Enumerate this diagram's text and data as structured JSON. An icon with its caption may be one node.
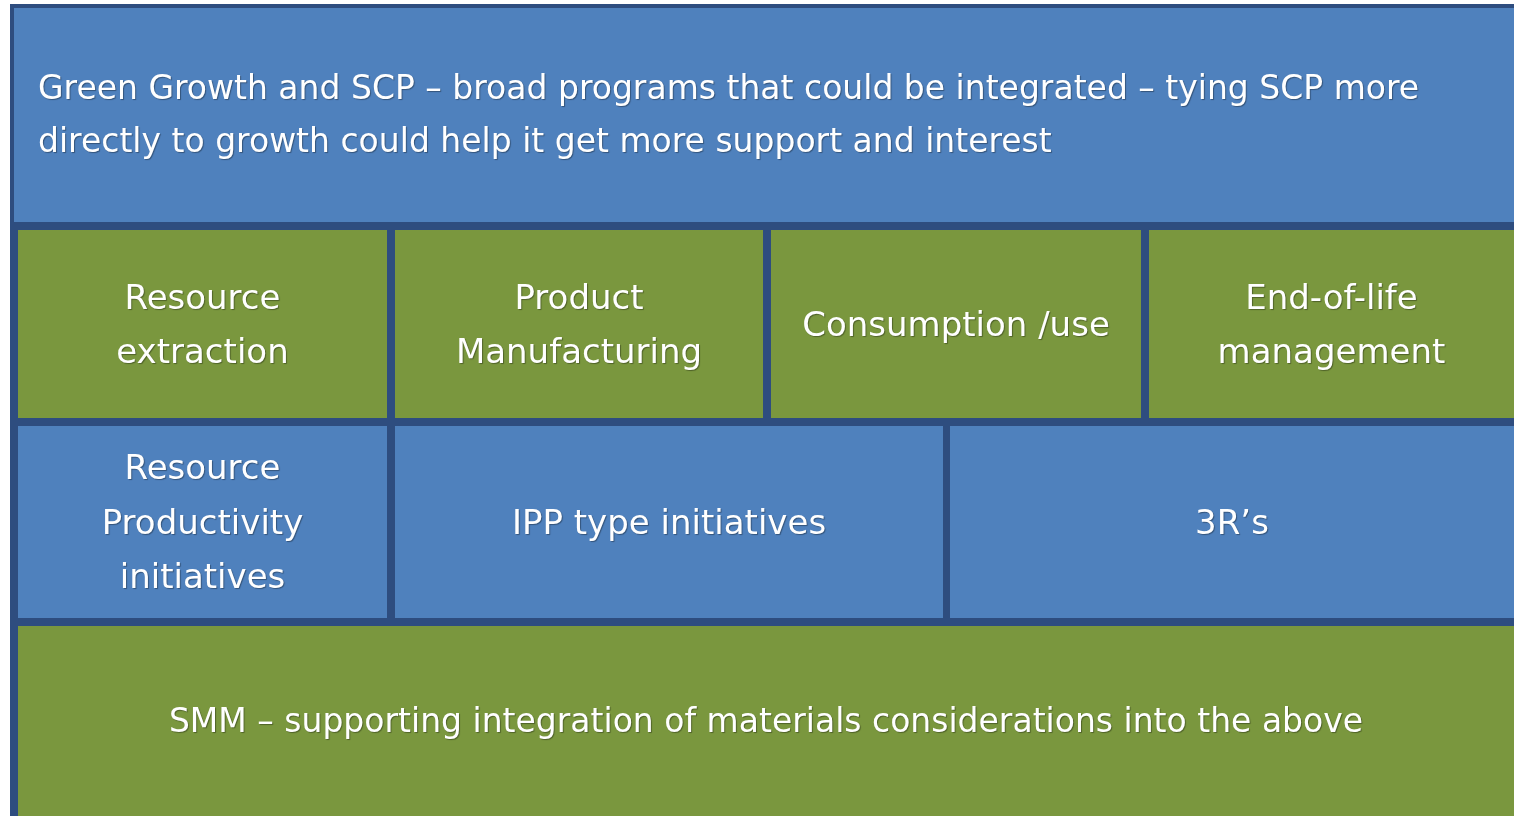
{
  "diagram": {
    "nodes": [
      {
        "text": [
          "Green Growth and SCP – broad programs that could be integrated – tying SCP more directly to growth could help it get more support and interest"
        ]
      },
      {
        "text": [
          "Resource extraction"
        ]
      },
      {
        "text": [
          "Product Manufacturing"
        ]
      },
      {
        "text": [
          "Consumption /use"
        ]
      },
      {
        "text": [
          "End-of-life management"
        ]
      },
      {
        "text": [
          "Resource Productivity initiatives"
        ]
      },
      {
        "text": [
          "IPP type initiatives"
        ]
      },
      {
        "text": [
          "3R’s"
        ]
      },
      {
        "text": [
          "SMM – supporting integration of materials considerations into the above"
        ]
      }
    ]
  }
}
